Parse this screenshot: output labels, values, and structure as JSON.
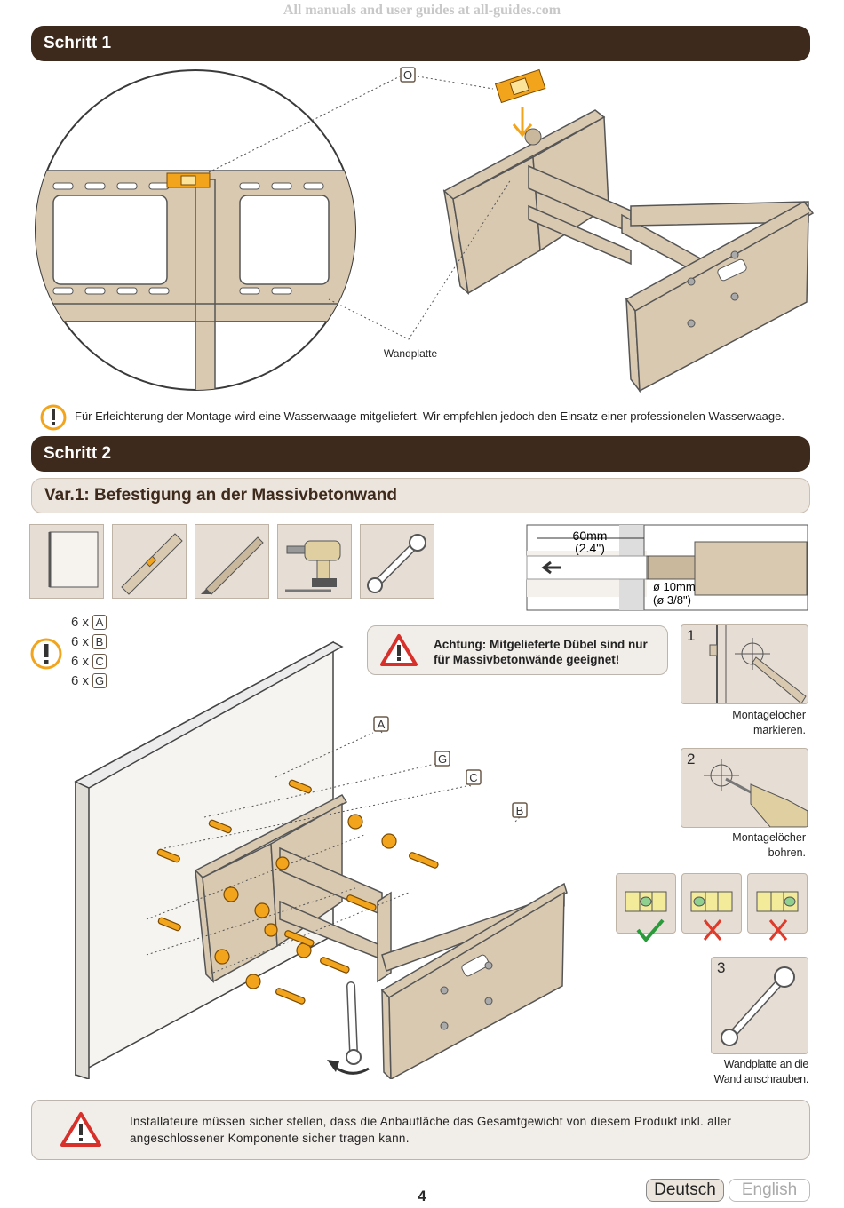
{
  "watermark": "All manuals and user guides at all-guides.com",
  "step1": {
    "title": "Schritt 1",
    "part_label": "O",
    "wallplate_label": "Wandplatte",
    "note": "Für Erleichterung der Montage wird eine Wasserwaage mitgeliefert. Wir empfehlen jedoch den Einsatz einer professionelen Wasserwaage."
  },
  "step2": {
    "title": "Schritt 2",
    "variant_title": "Var.1: Befestigung an der Massivbetonwand",
    "drill_spec": {
      "depth": "60mm",
      "depth_in": "(2.4\")",
      "diameter": "ø 10mm",
      "diameter_in": "(ø 3/8\")"
    },
    "quantities": [
      {
        "qty": "6 x",
        "part": "A"
      },
      {
        "qty": "6 x",
        "part": "B"
      },
      {
        "qty": "6 x",
        "part": "C"
      },
      {
        "qty": "6 x",
        "part": "G"
      }
    ],
    "caution": "Achtung: Mitgelieferte Dübel sind nur für Massivbetonwände geeignet!",
    "part_labels": [
      "A",
      "G",
      "C",
      "B"
    ],
    "substeps": [
      {
        "num": "1",
        "caption": [
          "Montagelöcher",
          "markieren."
        ]
      },
      {
        "num": "2",
        "caption": [
          "Montagelöcher",
          "bohren."
        ]
      },
      {
        "num": "3",
        "caption": [
          "Wandplatte an die",
          "Wand anschrauben."
        ]
      }
    ],
    "bottom_warning": "Installateure müssen sicher stellen, dass die Anbaufläche das Gesamtgewicht von diesem Produkt inkl. aller angeschlossener Komponente sicher tragen kann."
  },
  "footer": {
    "page_number": "4",
    "lang_active": "Deutsch",
    "lang_inactive": "English"
  },
  "colors": {
    "header": "#3e2a1c",
    "panel": "#e6ddd4",
    "bracket": "#d9c9b0",
    "accent_orange": "#f2a51c",
    "check_green": "#2a9a3a",
    "cross_red": "#e03a2a"
  }
}
